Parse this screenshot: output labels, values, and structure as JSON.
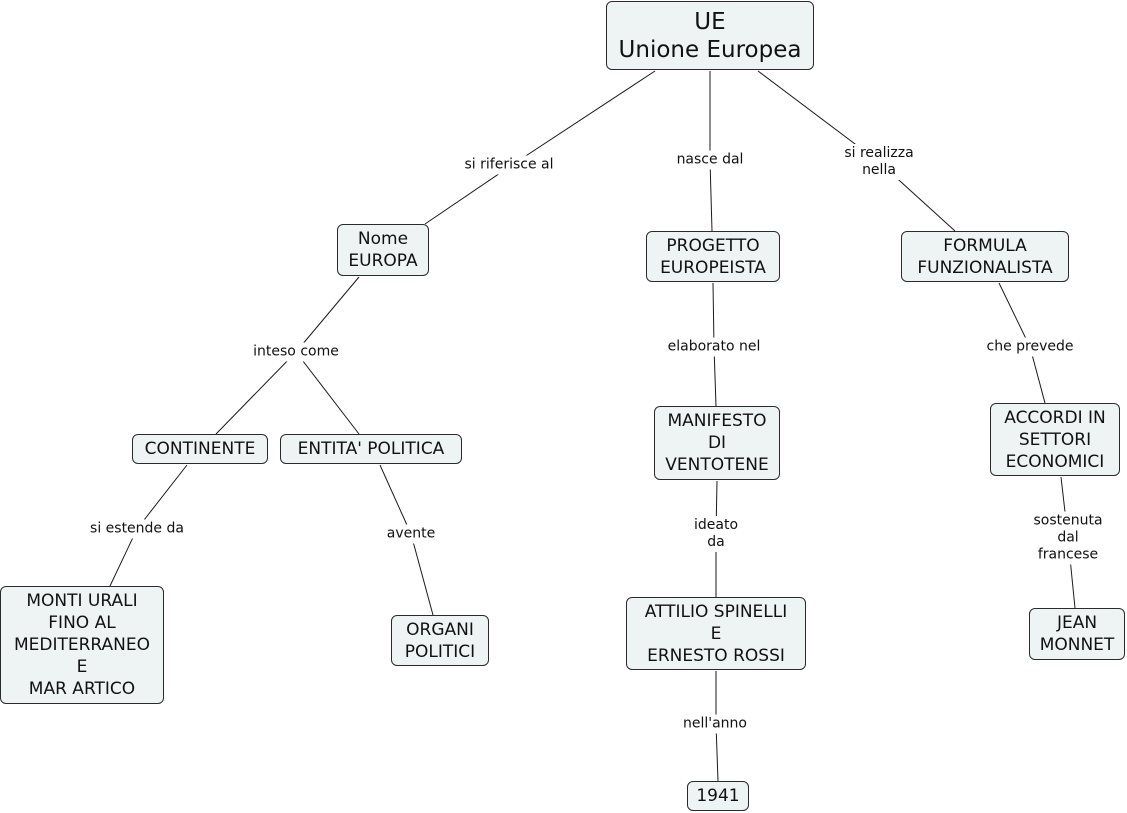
{
  "nodes": {
    "ue": "UE\nUnione Europea",
    "nome_europa": "Nome\nEUROPA",
    "progetto": "PROGETTO\nEUROPEISTA",
    "formula": "FORMULA\nFUNZIONALISTA",
    "continente": "CONTINENTE",
    "entita": "ENTITA' POLITICA",
    "manifesto": "MANIFESTO\nDI\nVENTOTENE",
    "accordi": "ACCORDI IN\nSETTORI\nECONOMICI",
    "monti": "MONTI URALI\nFINO AL\nMEDITERRANEO\nE\nMAR ARTICO",
    "organi": "ORGANI\nPOLITICI",
    "spinelli": "ATTILIO SPINELLI\nE\nERNESTO ROSSI",
    "monnet": "JEAN\nMONNET",
    "anno": "1941"
  },
  "links": {
    "si_riferisce": "si riferisce al",
    "nasce": "nasce dal",
    "si_realizza": "si realizza\nnella",
    "inteso": "inteso come",
    "elaborato": "elaborato nel",
    "che_prevede": "che prevede",
    "si_estende": "si estende da",
    "avente": "avente",
    "ideato": "ideato\nda",
    "sostenuta": "sostenuta\ndal\nfrancese",
    "nellanno": "nell'anno"
  }
}
